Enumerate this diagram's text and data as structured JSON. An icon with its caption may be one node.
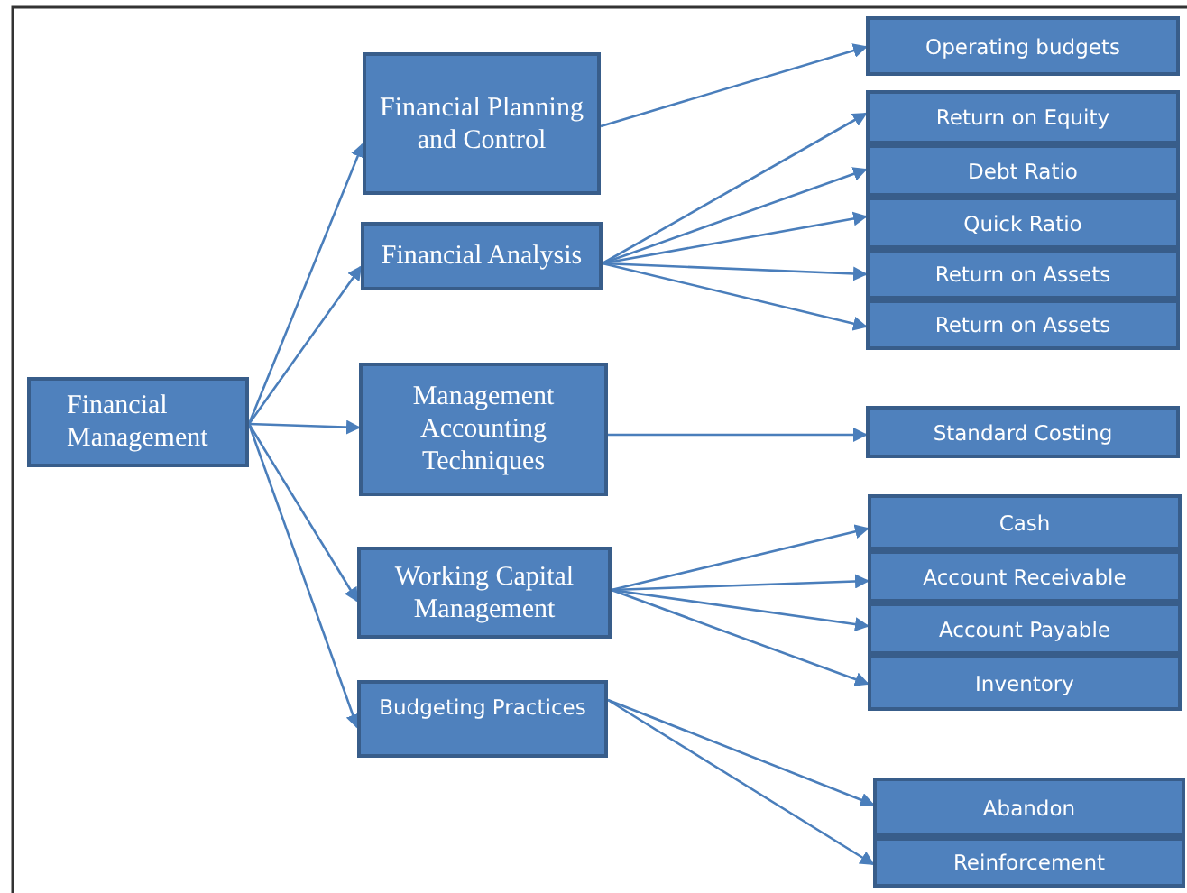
{
  "diagram": {
    "nodes": [
      {
        "text": [
          "Financial Management"
        ]
      },
      {
        "text": [
          "Financial Planning and Control"
        ]
      },
      {
        "text": [
          "Financial Analysis"
        ]
      },
      {
        "text": [
          "Management Accounting Techniques"
        ]
      },
      {
        "text": [
          "Working Capital Management"
        ]
      },
      {
        "text": [
          "Budgeting Practices"
        ]
      },
      {
        "text": [
          "Operating budgets"
        ]
      },
      {
        "text": [
          "Return on Equity"
        ]
      },
      {
        "text": [
          "Debt Ratio"
        ]
      },
      {
        "text": [
          "Quick Ratio"
        ]
      },
      {
        "text": [
          "Return on Assets"
        ]
      },
      {
        "text": [
          "Return on Assets"
        ]
      },
      {
        "text": [
          "Standard Costing"
        ]
      },
      {
        "text": [
          "Cash"
        ]
      },
      {
        "text": [
          "Account Receivable"
        ]
      },
      {
        "text": [
          "Account Payable"
        ]
      },
      {
        "text": [
          "Inventory"
        ]
      },
      {
        "text": [
          "Abandon"
        ]
      },
      {
        "text": [
          "Reinforcement"
        ]
      }
    ],
    "edges": [
      {
        "from": 0,
        "to": 1,
        "arrow": "to"
      },
      {
        "from": 0,
        "to": 2,
        "arrow": "to"
      },
      {
        "from": 0,
        "to": 3,
        "arrow": "to"
      },
      {
        "from": 0,
        "to": 4,
        "arrow": "to"
      },
      {
        "from": 0,
        "to": 5,
        "arrow": "to"
      },
      {
        "from": 1,
        "to": 6,
        "arrow": "to"
      },
      {
        "from": 2,
        "to": 7,
        "arrow": "to"
      },
      {
        "from": 2,
        "to": 8,
        "arrow": "to"
      },
      {
        "from": 2,
        "to": 9,
        "arrow": "to"
      },
      {
        "from": 2,
        "to": 10,
        "arrow": "to"
      },
      {
        "from": 2,
        "to": 11,
        "arrow": "to"
      },
      {
        "from": 3,
        "to": 12,
        "arrow": "to"
      },
      {
        "from": 4,
        "to": 13,
        "arrow": "to"
      },
      {
        "from": 4,
        "to": 14,
        "arrow": "to"
      },
      {
        "from": 4,
        "to": 15,
        "arrow": "to"
      },
      {
        "from": 4,
        "to": 16,
        "arrow": "to"
      },
      {
        "from": 5,
        "to": 17,
        "arrow": "to"
      },
      {
        "from": 5,
        "to": 18,
        "arrow": "to"
      }
    ]
  }
}
